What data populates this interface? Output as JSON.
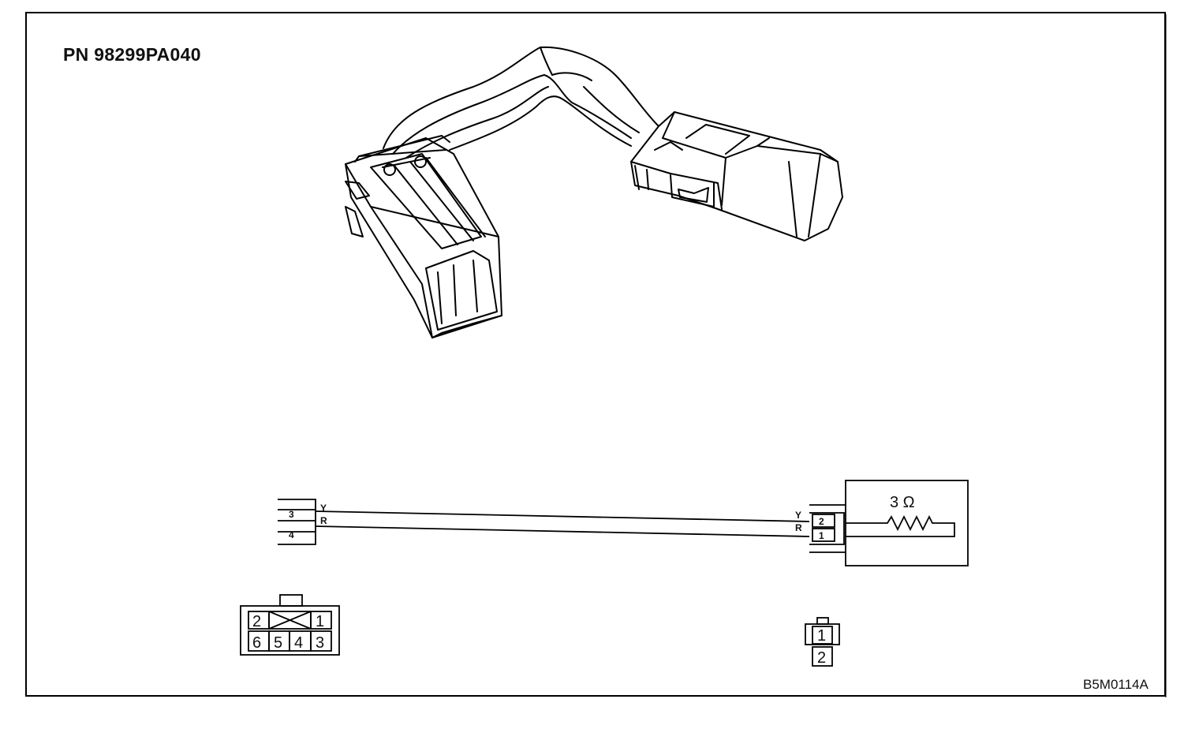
{
  "title": "PN 98299PA040",
  "figure_code": "B5M0114A",
  "resistor_label": "3 Ω",
  "left_connector": {
    "terminals": [
      "3",
      "4"
    ],
    "wire_colors": [
      "Y",
      "R"
    ]
  },
  "right_connector": {
    "terminals": [
      "2",
      "1"
    ],
    "wire_colors": [
      "Y",
      "R"
    ]
  },
  "face_6pin": {
    "top": [
      "2",
      "1"
    ],
    "bottom": [
      "6",
      "5",
      "4",
      "3"
    ]
  },
  "face_2pin": [
    "1",
    "2"
  ]
}
